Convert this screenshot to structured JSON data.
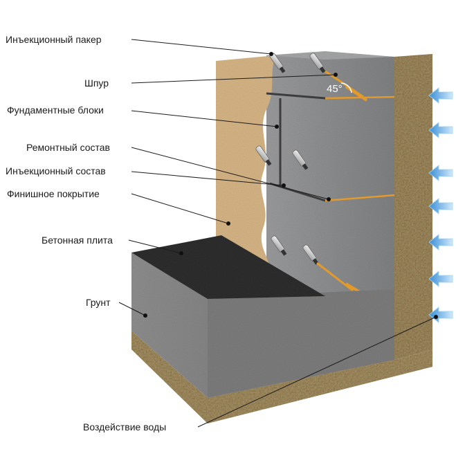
{
  "labels": {
    "injection_packer": "Инъекционный пакер",
    "borehole": "Шпур",
    "foundation_blocks": "Фундаментные блоки",
    "repair_compound": "Ремонтный состав",
    "injection_compound": "Инъекционный состав",
    "finish_coating": "Финишное покрытие",
    "concrete_slab": "Бетонная плита",
    "soil": "Грунт",
    "water_impact": "Воздействие воды"
  },
  "angle_label": "45°",
  "colors": {
    "concrete": "#8c8d8e",
    "soil_gravel": "#a8956c",
    "plaster": "#d9b98a",
    "slab": "#2e2e2e",
    "injection": "#e39a2b",
    "water_arrow": "#6fb8e8"
  },
  "icons": {
    "water_arrow": "arrow-left-icon"
  }
}
